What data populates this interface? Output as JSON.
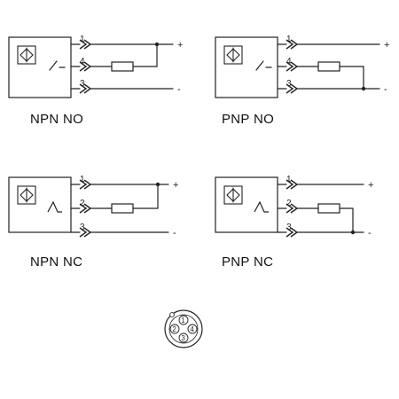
{
  "diagrams": [
    {
      "label": "NPN  NO",
      "switch": "NO",
      "pins": [
        {
          "num": "1",
          "mark": "+"
        },
        {
          "num": "4",
          "mark": ""
        },
        {
          "num": "3",
          "mark": "-"
        }
      ],
      "load_pin": "1"
    },
    {
      "label": "PNP  NO",
      "switch": "NO",
      "pins": [
        {
          "num": "1",
          "mark": "+"
        },
        {
          "num": "4",
          "mark": ""
        },
        {
          "num": "3",
          "mark": "-"
        }
      ],
      "load_pin": "3"
    },
    {
      "label": "NPN  NC",
      "switch": "NC",
      "pins": [
        {
          "num": "1",
          "mark": "+"
        },
        {
          "num": "2",
          "mark": ""
        },
        {
          "num": "3",
          "mark": "-"
        }
      ],
      "load_pin": "1"
    },
    {
      "label": "PNP  NC",
      "switch": "NC",
      "pins": [
        {
          "num": "1",
          "mark": "+"
        },
        {
          "num": "2",
          "mark": ""
        },
        {
          "num": "3",
          "mark": "-"
        }
      ],
      "load_pin": "3"
    }
  ],
  "connector": {
    "pins": [
      "1",
      "2",
      "3",
      "4"
    ]
  },
  "colors": {
    "line": "#222222",
    "background": "#ffffff"
  }
}
